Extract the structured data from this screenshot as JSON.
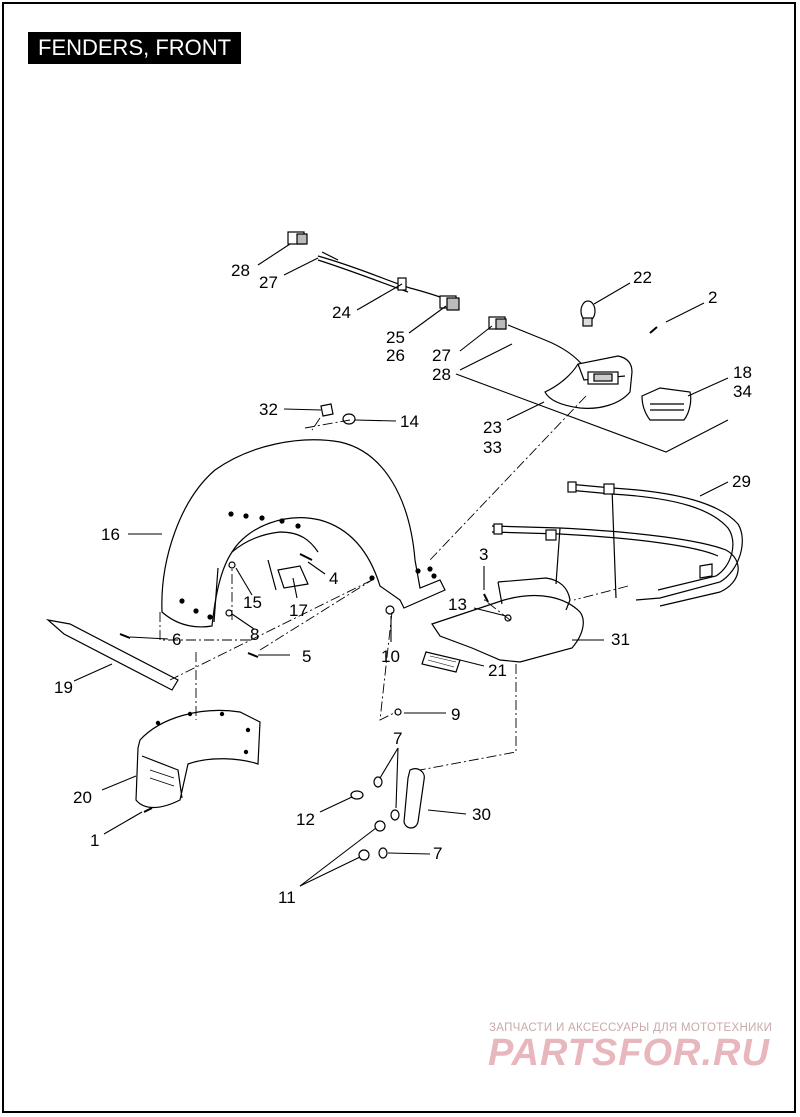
{
  "title": "FENDERS, FRONT",
  "callouts": [
    {
      "id": "c28a",
      "text": "28"
    },
    {
      "id": "c27a",
      "text": "27"
    },
    {
      "id": "c24",
      "text": "24"
    },
    {
      "id": "c25",
      "text": "25"
    },
    {
      "id": "c26",
      "text": "26"
    },
    {
      "id": "c27b",
      "text": "27"
    },
    {
      "id": "c28b",
      "text": "28"
    },
    {
      "id": "c22",
      "text": "22"
    },
    {
      "id": "c2",
      "text": "2"
    },
    {
      "id": "c18",
      "text": "18"
    },
    {
      "id": "c34",
      "text": "34"
    },
    {
      "id": "c32",
      "text": "32"
    },
    {
      "id": "c14",
      "text": "14"
    },
    {
      "id": "c23",
      "text": "23"
    },
    {
      "id": "c33",
      "text": "33"
    },
    {
      "id": "c29",
      "text": "29"
    },
    {
      "id": "c16",
      "text": "16"
    },
    {
      "id": "c3",
      "text": "3"
    },
    {
      "id": "c4",
      "text": "4"
    },
    {
      "id": "c15",
      "text": "15"
    },
    {
      "id": "c17",
      "text": "17"
    },
    {
      "id": "c13",
      "text": "13"
    },
    {
      "id": "c31",
      "text": "31"
    },
    {
      "id": "c6",
      "text": "6"
    },
    {
      "id": "c8",
      "text": "8"
    },
    {
      "id": "c10",
      "text": "10"
    },
    {
      "id": "c21",
      "text": "21"
    },
    {
      "id": "c5",
      "text": "5"
    },
    {
      "id": "c19",
      "text": "19"
    },
    {
      "id": "c9",
      "text": "9"
    },
    {
      "id": "c7a",
      "text": "7"
    },
    {
      "id": "c20",
      "text": "20"
    },
    {
      "id": "c12",
      "text": "12"
    },
    {
      "id": "c30",
      "text": "30"
    },
    {
      "id": "c1",
      "text": "1"
    },
    {
      "id": "c7b",
      "text": "7"
    },
    {
      "id": "c11",
      "text": "11"
    }
  ],
  "watermark": {
    "tagline": "ЗАПЧАСТИ И АКСЕССУАРЫ ДЛЯ МОТОТЕХНИКИ",
    "brand": "PARTSFOR.RU"
  },
  "colors": {
    "line": "#000000",
    "title_bg": "#000000",
    "title_fg": "#ffffff",
    "watermark": "#e7b7bd"
  }
}
